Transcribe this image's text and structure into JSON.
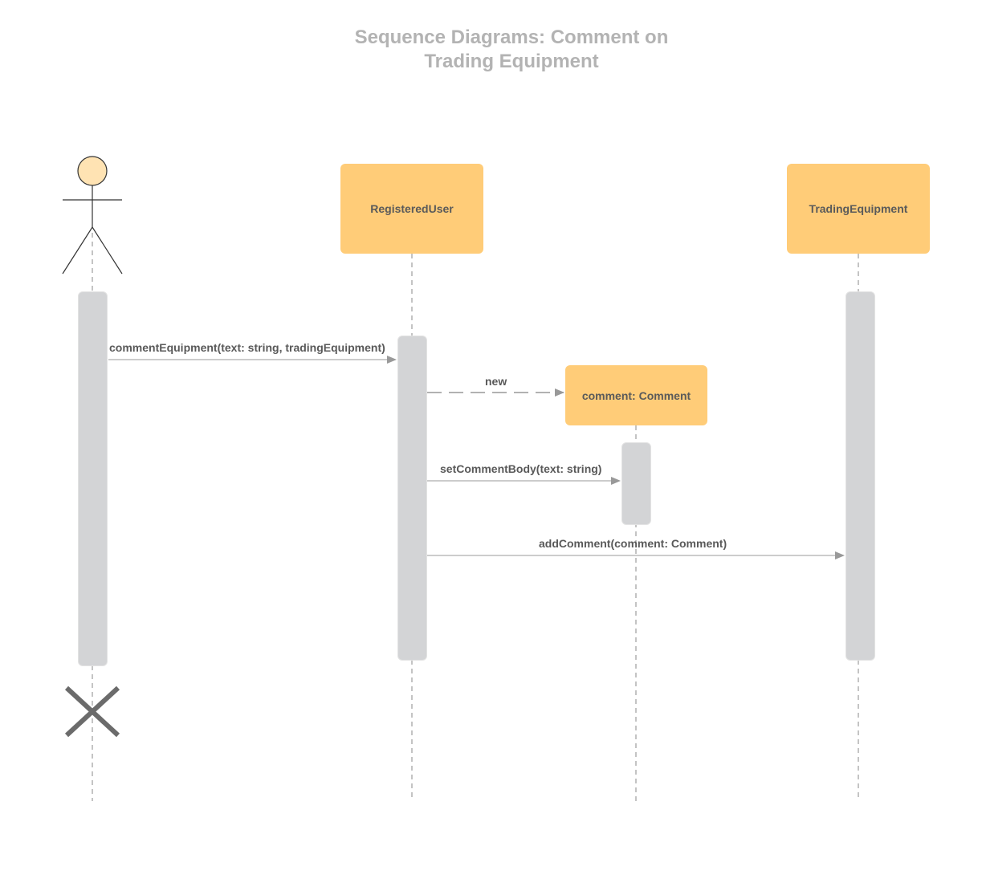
{
  "title": {
    "line1": "Sequence Diagrams: Comment on",
    "line2": "Trading Equipment"
  },
  "participants": {
    "registered_user": "RegisteredUser",
    "trading_equipment": "TradingEquipment",
    "comment": "comment: Comment"
  },
  "messages": {
    "comment_equipment": "commentEquipment(text: string, tradingEquipment)",
    "new": "new",
    "set_comment_body": "setCommentBody(text: string)",
    "add_comment": "addComment(comment: Comment)"
  },
  "colors": {
    "participant_fill": "#ffcc78",
    "activation_fill": "#d3d4d6",
    "actor_head": "#ffe3b3",
    "destroy_mark": "#6b6b6b",
    "title": "#b3b3b3"
  },
  "icons": {
    "actor": "stick-figure-icon",
    "destroy": "destroy-x-icon"
  }
}
